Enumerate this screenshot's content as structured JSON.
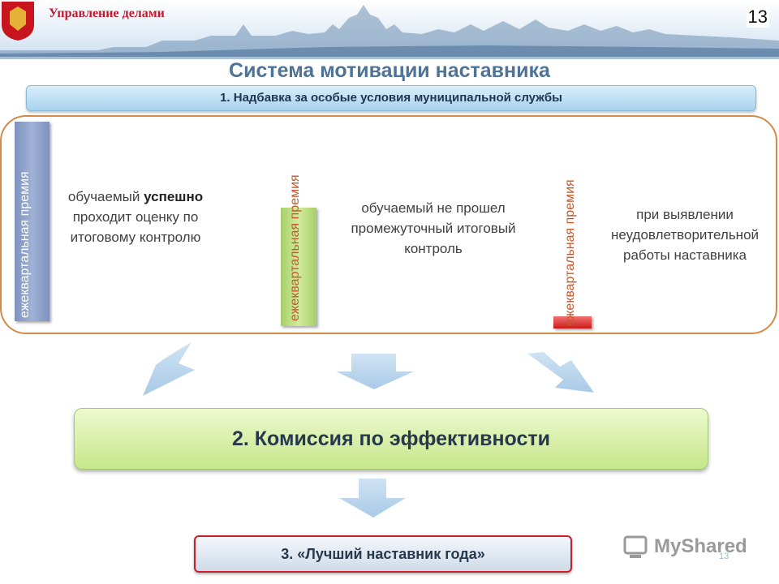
{
  "header": {
    "org_name": "Управление делами",
    "page_number": "13"
  },
  "title": "Система мотивации наставника",
  "step1": {
    "label": "1. Надбавка за особые условия муниципальной службы"
  },
  "conditions": [
    {
      "bar_label": "ежеквартальная премия",
      "bar_color": "#8fa2ca",
      "bar_level": 1.0,
      "desc_before": "обучаемый ",
      "desc_bold": "успешно",
      "desc_after": " проходит оценку по итоговому контролю"
    },
    {
      "bar_label": "ежеквартальная премия",
      "bar_color": "#b9df86",
      "bar_level": 0.6,
      "desc": "обучаемый не прошел промежуточный итоговый контроль"
    },
    {
      "bar_label": "ежеквартальная премия",
      "bar_color": "#e03a3a",
      "bar_level": 0.06,
      "desc": "при выявлении неудовлетворительной работы наставника"
    }
  ],
  "step2": {
    "label": "2. Комиссия по эффективности"
  },
  "step3": {
    "label": "3. «Лучший наставник года»"
  },
  "watermark": {
    "text": "MyShared",
    "small_number": "13"
  },
  "colors": {
    "title": "#4f7396",
    "panel_border": "#d28a4a",
    "arrow": "#b7d4ec",
    "step3_border": "#c81f2a",
    "org_name": "#c0182c"
  }
}
